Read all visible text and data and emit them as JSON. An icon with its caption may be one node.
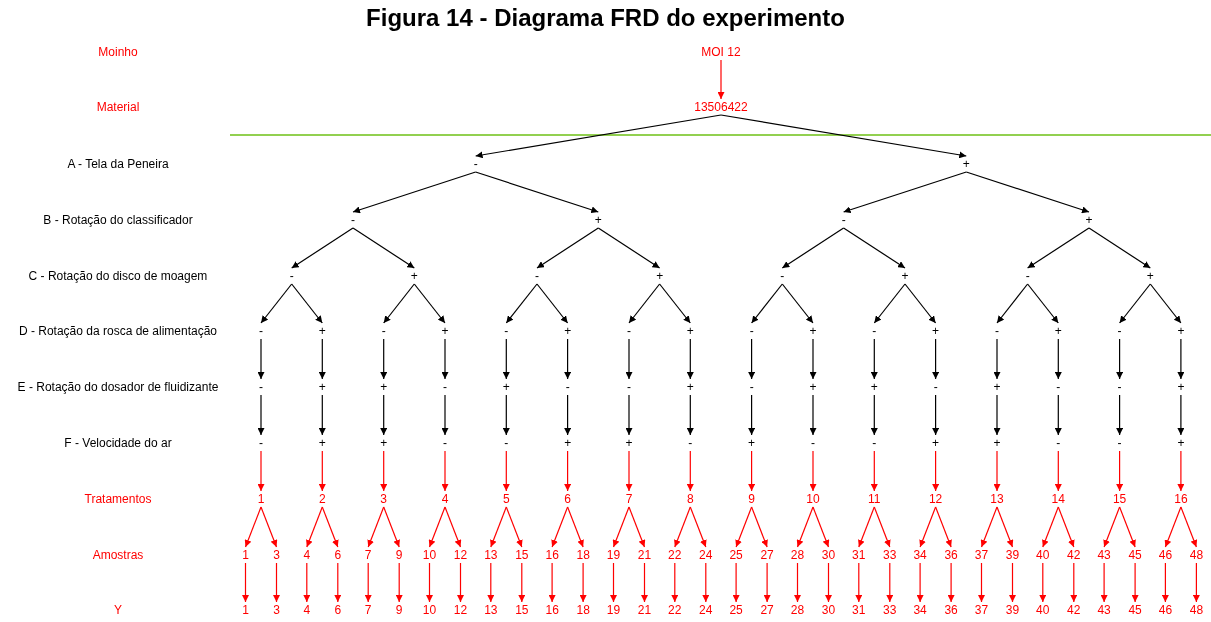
{
  "diagram": {
    "title": "Figura 14 - Diagrama FRD do experimento",
    "nodes": [
      {
        "text": [
          "MOI 12"
        ]
      },
      {
        "text": [
          "13506422"
        ]
      },
      {
        "text": [
          "-"
        ]
      },
      {
        "text": [
          "+"
        ]
      },
      {
        "text": [
          "-"
        ]
      },
      {
        "text": [
          "+"
        ]
      },
      {
        "text": [
          "-"
        ]
      },
      {
        "text": [
          "+"
        ]
      },
      {
        "text": [
          "-"
        ]
      },
      {
        "text": [
          "+"
        ]
      },
      {
        "text": [
          "-"
        ]
      },
      {
        "text": [
          "+"
        ]
      },
      {
        "text": [
          "-"
        ]
      },
      {
        "text": [
          "+"
        ]
      },
      {
        "text": [
          "-"
        ]
      },
      {
        "text": [
          "+"
        ]
      },
      {
        "text": [
          "-"
        ]
      },
      {
        "text": [
          "+"
        ]
      },
      {
        "text": [
          "-"
        ]
      },
      {
        "text": [
          "+"
        ]
      },
      {
        "text": [
          "-"
        ]
      },
      {
        "text": [
          "+"
        ]
      },
      {
        "text": [
          "-"
        ]
      },
      {
        "text": [
          "+"
        ]
      },
      {
        "text": [
          "-"
        ]
      },
      {
        "text": [
          "+"
        ]
      },
      {
        "text": [
          "-"
        ]
      },
      {
        "text": [
          "+"
        ]
      },
      {
        "text": [
          "-"
        ]
      },
      {
        "text": [
          "+"
        ]
      },
      {
        "text": [
          "-"
        ]
      },
      {
        "text": [
          "+"
        ]
      },
      {
        "text": [
          "-"
        ]
      },
      {
        "text": [
          "+"
        ]
      },
      {
        "text": [
          "+"
        ]
      },
      {
        "text": [
          "-"
        ]
      },
      {
        "text": [
          "+"
        ]
      },
      {
        "text": [
          "-"
        ]
      },
      {
        "text": [
          "-"
        ]
      },
      {
        "text": [
          "+"
        ]
      },
      {
        "text": [
          "-"
        ]
      },
      {
        "text": [
          "+"
        ]
      },
      {
        "text": [
          "+"
        ]
      },
      {
        "text": [
          "-"
        ]
      },
      {
        "text": [
          "+"
        ]
      },
      {
        "text": [
          "-"
        ]
      },
      {
        "text": [
          "-"
        ]
      },
      {
        "text": [
          "+"
        ]
      },
      {
        "text": [
          "-"
        ]
      },
      {
        "text": [
          "+"
        ]
      },
      {
        "text": [
          "+"
        ]
      },
      {
        "text": [
          "-"
        ]
      },
      {
        "text": [
          "-"
        ]
      },
      {
        "text": [
          "+"
        ]
      },
      {
        "text": [
          "+"
        ]
      },
      {
        "text": [
          "-"
        ]
      },
      {
        "text": [
          "+"
        ]
      },
      {
        "text": [
          "-"
        ]
      },
      {
        "text": [
          "-"
        ]
      },
      {
        "text": [
          "+"
        ]
      },
      {
        "text": [
          "+"
        ]
      },
      {
        "text": [
          "-"
        ]
      },
      {
        "text": [
          "-"
        ]
      },
      {
        "text": [
          "+"
        ]
      },
      {
        "text": [
          "1"
        ]
      },
      {
        "text": [
          "2"
        ]
      },
      {
        "text": [
          "3"
        ]
      },
      {
        "text": [
          "4"
        ]
      },
      {
        "text": [
          "5"
        ]
      },
      {
        "text": [
          "6"
        ]
      },
      {
        "text": [
          "7"
        ]
      },
      {
        "text": [
          "8"
        ]
      },
      {
        "text": [
          "9"
        ]
      },
      {
        "text": [
          "10"
        ]
      },
      {
        "text": [
          "11"
        ]
      },
      {
        "text": [
          "12"
        ]
      },
      {
        "text": [
          "13"
        ]
      },
      {
        "text": [
          "14"
        ]
      },
      {
        "text": [
          "15"
        ]
      },
      {
        "text": [
          "16"
        ]
      },
      {
        "text": [
          "1"
        ]
      },
      {
        "text": [
          "3"
        ]
      },
      {
        "text": [
          "4"
        ]
      },
      {
        "text": [
          "6"
        ]
      },
      {
        "text": [
          "7"
        ]
      },
      {
        "text": [
          "9"
        ]
      },
      {
        "text": [
          "10"
        ]
      },
      {
        "text": [
          "12"
        ]
      },
      {
        "text": [
          "13"
        ]
      },
      {
        "text": [
          "15"
        ]
      },
      {
        "text": [
          "16"
        ]
      },
      {
        "text": [
          "18"
        ]
      },
      {
        "text": [
          "19"
        ]
      },
      {
        "text": [
          "21"
        ]
      },
      {
        "text": [
          "22"
        ]
      },
      {
        "text": [
          "24"
        ]
      },
      {
        "text": [
          "25"
        ]
      },
      {
        "text": [
          "27"
        ]
      },
      {
        "text": [
          "28"
        ]
      },
      {
        "text": [
          "30"
        ]
      },
      {
        "text": [
          "31"
        ]
      },
      {
        "text": [
          "33"
        ]
      },
      {
        "text": [
          "34"
        ]
      },
      {
        "text": [
          "36"
        ]
      },
      {
        "text": [
          "37"
        ]
      },
      {
        "text": [
          "39"
        ]
      },
      {
        "text": [
          "40"
        ]
      },
      {
        "text": [
          "42"
        ]
      },
      {
        "text": [
          "43"
        ]
      },
      {
        "text": [
          "45"
        ]
      },
      {
        "text": [
          "46"
        ]
      },
      {
        "text": [
          "48"
        ]
      },
      {
        "text": [
          "1"
        ]
      },
      {
        "text": [
          "3"
        ]
      },
      {
        "text": [
          "4"
        ]
      },
      {
        "text": [
          "6"
        ]
      },
      {
        "text": [
          "7"
        ]
      },
      {
        "text": [
          "9"
        ]
      },
      {
        "text": [
          "10"
        ]
      },
      {
        "text": [
          "12"
        ]
      },
      {
        "text": [
          "13"
        ]
      },
      {
        "text": [
          "15"
        ]
      },
      {
        "text": [
          "16"
        ]
      },
      {
        "text": [
          "18"
        ]
      },
      {
        "text": [
          "19"
        ]
      },
      {
        "text": [
          "21"
        ]
      },
      {
        "text": [
          "22"
        ]
      },
      {
        "text": [
          "24"
        ]
      },
      {
        "text": [
          "25"
        ]
      },
      {
        "text": [
          "27"
        ]
      },
      {
        "text": [
          "28"
        ]
      },
      {
        "text": [
          "30"
        ]
      },
      {
        "text": [
          "31"
        ]
      },
      {
        "text": [
          "33"
        ]
      },
      {
        "text": [
          "34"
        ]
      },
      {
        "text": [
          "36"
        ]
      },
      {
        "text": [
          "37"
        ]
      },
      {
        "text": [
          "39"
        ]
      },
      {
        "text": [
          "40"
        ]
      },
      {
        "text": [
          "42"
        ]
      },
      {
        "text": [
          "43"
        ]
      },
      {
        "text": [
          "45"
        ]
      },
      {
        "text": [
          "46"
        ]
      },
      {
        "text": [
          "48"
        ]
      }
    ],
    "edges": [
      {
        "from": 0,
        "to": 1,
        "arrow": "to"
      },
      {
        "from": 1,
        "to": 2,
        "arrow": "to",
        "color": "#000000"
      },
      {
        "from": 1,
        "to": 3,
        "arrow": "to",
        "color": "#000000"
      },
      {
        "from": 2,
        "to": 4,
        "arrow": "to",
        "color": "#000000"
      },
      {
        "from": 2,
        "to": 5,
        "arrow": "to",
        "color": "#000000"
      },
      {
        "from": 3,
        "to": 6,
        "arrow": "to",
        "color": "#000000"
      },
      {
        "from": 3,
        "to": 7,
        "arrow": "to",
        "color": "#000000"
      },
      {
        "from": 4,
        "to": 8,
        "arrow": "to",
        "color": "#000000"
      },
      {
        "from": 4,
        "to": 9,
        "arrow": "to",
        "color": "#000000"
      },
      {
        "from": 5,
        "to": 10,
        "arrow": "to",
        "color": "#000000"
      },
      {
        "from": 5,
        "to": 11,
        "arrow": "to",
        "color": "#000000"
      },
      {
        "from": 6,
        "to": 12,
        "arrow": "to",
        "color": "#000000"
      },
      {
        "from": 6,
        "to": 13,
        "arrow": "to",
        "color": "#000000"
      },
      {
        "from": 7,
        "to": 14,
        "arrow": "to",
        "color": "#000000"
      },
      {
        "from": 7,
        "to": 15,
        "arrow": "to",
        "color": "#000000"
      },
      {
        "from": 8,
        "to": 16,
        "arrow": "to",
        "color": "#000000"
      },
      {
        "from": 8,
        "to": 17,
        "arrow": "to",
        "color": "#000000"
      },
      {
        "from": 9,
        "to": 18,
        "arrow": "to",
        "color": "#000000"
      },
      {
        "from": 9,
        "to": 19,
        "arrow": "to",
        "color": "#000000"
      },
      {
        "from": 10,
        "to": 20,
        "arrow": "to",
        "color": "#000000"
      },
      {
        "from": 10,
        "to": 21,
        "arrow": "to",
        "color": "#000000"
      },
      {
        "from": 11,
        "to": 22,
        "arrow": "to",
        "color": "#000000"
      },
      {
        "from": 11,
        "to": 23,
        "arrow": "to",
        "color": "#000000"
      },
      {
        "from": 12,
        "to": 24,
        "arrow": "to",
        "color": "#000000"
      },
      {
        "from": 12,
        "to": 25,
        "arrow": "to",
        "color": "#000000"
      },
      {
        "from": 13,
        "to": 26,
        "arrow": "to",
        "color": "#000000"
      },
      {
        "from": 13,
        "to": 27,
        "arrow": "to",
        "color": "#000000"
      },
      {
        "from": 14,
        "to": 28,
        "arrow": "to",
        "color": "#000000"
      },
      {
        "from": 14,
        "to": 29,
        "arrow": "to",
        "color": "#000000"
      },
      {
        "from": 15,
        "to": 30,
        "arrow": "to",
        "color": "#000000"
      },
      {
        "from": 15,
        "to": 31,
        "arrow": "to",
        "color": "#000000"
      },
      {
        "from": 16,
        "to": 32,
        "arrow": "to",
        "color": "#000000"
      },
      {
        "from": 17,
        "to": 33,
        "arrow": "to",
        "color": "#000000"
      },
      {
        "from": 18,
        "to": 34,
        "arrow": "to",
        "color": "#000000"
      },
      {
        "from": 19,
        "to": 35,
        "arrow": "to",
        "color": "#000000"
      },
      {
        "from": 20,
        "to": 36,
        "arrow": "to",
        "color": "#000000"
      },
      {
        "from": 21,
        "to": 37,
        "arrow": "to",
        "color": "#000000"
      },
      {
        "from": 22,
        "to": 38,
        "arrow": "to",
        "color": "#000000"
      },
      {
        "from": 23,
        "to": 39,
        "arrow": "to",
        "color": "#000000"
      },
      {
        "from": 24,
        "to": 40,
        "arrow": "to",
        "color": "#000000"
      },
      {
        "from": 25,
        "to": 41,
        "arrow": "to",
        "color": "#000000"
      },
      {
        "from": 26,
        "to": 42,
        "arrow": "to",
        "color": "#000000"
      },
      {
        "from": 27,
        "to": 43,
        "arrow": "to",
        "color": "#000000"
      },
      {
        "from": 28,
        "to": 44,
        "arrow": "to",
        "color": "#000000"
      },
      {
        "from": 29,
        "to": 45,
        "arrow": "to",
        "color": "#000000"
      },
      {
        "from": 30,
        "to": 46,
        "arrow": "to",
        "color": "#000000"
      },
      {
        "from": 31,
        "to": 47,
        "arrow": "to",
        "color": "#000000"
      },
      {
        "from": 32,
        "to": 48,
        "arrow": "to",
        "color": "#000000"
      },
      {
        "from": 33,
        "to": 49,
        "arrow": "to",
        "color": "#000000"
      },
      {
        "from": 34,
        "to": 50,
        "arrow": "to",
        "color": "#000000"
      },
      {
        "from": 35,
        "to": 51,
        "arrow": "to",
        "color": "#000000"
      },
      {
        "from": 36,
        "to": 52,
        "arrow": "to",
        "color": "#000000"
      },
      {
        "from": 37,
        "to": 53,
        "arrow": "to",
        "color": "#000000"
      },
      {
        "from": 38,
        "to": 54,
        "arrow": "to",
        "color": "#000000"
      },
      {
        "from": 39,
        "to": 55,
        "arrow": "to",
        "color": "#000000"
      },
      {
        "from": 40,
        "to": 56,
        "arrow": "to",
        "color": "#000000"
      },
      {
        "from": 41,
        "to": 57,
        "arrow": "to",
        "color": "#000000"
      },
      {
        "from": 42,
        "to": 58,
        "arrow": "to",
        "color": "#000000"
      },
      {
        "from": 43,
        "to": 59,
        "arrow": "to",
        "color": "#000000"
      },
      {
        "from": 44,
        "to": 60,
        "arrow": "to",
        "color": "#000000"
      },
      {
        "from": 45,
        "to": 61,
        "arrow": "to",
        "color": "#000000"
      },
      {
        "from": 46,
        "to": 62,
        "arrow": "to",
        "color": "#000000"
      },
      {
        "from": 47,
        "to": 63,
        "arrow": "to",
        "color": "#000000"
      },
      {
        "from": 48,
        "to": 64,
        "arrow": "to"
      },
      {
        "from": 49,
        "to": 65,
        "arrow": "to"
      },
      {
        "from": 50,
        "to": 66,
        "arrow": "to"
      },
      {
        "from": 51,
        "to": 67,
        "arrow": "to"
      },
      {
        "from": 52,
        "to": 68,
        "arrow": "to"
      },
      {
        "from": 53,
        "to": 69,
        "arrow": "to"
      },
      {
        "from": 54,
        "to": 70,
        "arrow": "to"
      },
      {
        "from": 55,
        "to": 71,
        "arrow": "to"
      },
      {
        "from": 56,
        "to": 72,
        "arrow": "to"
      },
      {
        "from": 57,
        "to": 73,
        "arrow": "to"
      },
      {
        "from": 58,
        "to": 74,
        "arrow": "to"
      },
      {
        "from": 59,
        "to": 75,
        "arrow": "to"
      },
      {
        "from": 60,
        "to": 76,
        "arrow": "to"
      },
      {
        "from": 61,
        "to": 77,
        "arrow": "to"
      },
      {
        "from": 62,
        "to": 78,
        "arrow": "to"
      },
      {
        "from": 63,
        "to": 79,
        "arrow": "to"
      },
      {
        "from": 64,
        "to": 80,
        "arrow": "to"
      },
      {
        "from": 64,
        "to": 81,
        "arrow": "to"
      },
      {
        "from": 65,
        "to": 82,
        "arrow": "to"
      },
      {
        "from": 65,
        "to": 83,
        "arrow": "to"
      },
      {
        "from": 66,
        "to": 84,
        "arrow": "to"
      },
      {
        "from": 66,
        "to": 85,
        "arrow": "to"
      },
      {
        "from": 67,
        "to": 86,
        "arrow": "to"
      },
      {
        "from": 67,
        "to": 87,
        "arrow": "to"
      },
      {
        "from": 68,
        "to": 88,
        "arrow": "to"
      },
      {
        "from": 68,
        "to": 89,
        "arrow": "to"
      },
      {
        "from": 69,
        "to": 90,
        "arrow": "to"
      },
      {
        "from": 69,
        "to": 91,
        "arrow": "to"
      },
      {
        "from": 70,
        "to": 92,
        "arrow": "to"
      },
      {
        "from": 70,
        "to": 93,
        "arrow": "to"
      },
      {
        "from": 71,
        "to": 94,
        "arrow": "to"
      },
      {
        "from": 71,
        "to": 95,
        "arrow": "to"
      },
      {
        "from": 72,
        "to": 96,
        "arrow": "to"
      },
      {
        "from": 72,
        "to": 97,
        "arrow": "to"
      },
      {
        "from": 73,
        "to": 98,
        "arrow": "to"
      },
      {
        "from": 73,
        "to": 99,
        "arrow": "to"
      },
      {
        "from": 74,
        "to": 100,
        "arrow": "to"
      },
      {
        "from": 74,
        "to": 101,
        "arrow": "to"
      },
      {
        "from": 75,
        "to": 102,
        "arrow": "to"
      },
      {
        "from": 75,
        "to": 103,
        "arrow": "to"
      },
      {
        "from": 76,
        "to": 104,
        "arrow": "to"
      },
      {
        "from": 76,
        "to": 105,
        "arrow": "to"
      },
      {
        "from": 77,
        "to": 106,
        "arrow": "to"
      },
      {
        "from": 77,
        "to": 107,
        "arrow": "to"
      },
      {
        "from": 78,
        "to": 108,
        "arrow": "to"
      },
      {
        "from": 78,
        "to": 109,
        "arrow": "to"
      },
      {
        "from": 79,
        "to": 110,
        "arrow": "to"
      },
      {
        "from": 79,
        "to": 111,
        "arrow": "to"
      },
      {
        "from": 80,
        "to": 112,
        "arrow": "to"
      },
      {
        "from": 81,
        "to": 113,
        "arrow": "to"
      },
      {
        "from": 82,
        "to": 114,
        "arrow": "to"
      },
      {
        "from": 83,
        "to": 115,
        "arrow": "to"
      },
      {
        "from": 84,
        "to": 116,
        "arrow": "to"
      },
      {
        "from": 85,
        "to": 117,
        "arrow": "to"
      },
      {
        "from": 86,
        "to": 118,
        "arrow": "to"
      },
      {
        "from": 87,
        "to": 119,
        "arrow": "to"
      },
      {
        "from": 88,
        "to": 120,
        "arrow": "to"
      },
      {
        "from": 89,
        "to": 121,
        "arrow": "to"
      },
      {
        "from": 90,
        "to": 122,
        "arrow": "to"
      },
      {
        "from": 91,
        "to": 123,
        "arrow": "to"
      },
      {
        "from": 92,
        "to": 124,
        "arrow": "to"
      },
      {
        "from": 93,
        "to": 125,
        "arrow": "to"
      },
      {
        "from": 94,
        "to": 126,
        "arrow": "to"
      },
      {
        "from": 95,
        "to": 127,
        "arrow": "to"
      },
      {
        "from": 96,
        "to": 128,
        "arrow": "to"
      },
      {
        "from": 97,
        "to": 129,
        "arrow": "to"
      },
      {
        "from": 98,
        "to": 130,
        "arrow": "to"
      },
      {
        "from": 99,
        "to": 131,
        "arrow": "to"
      },
      {
        "from": 100,
        "to": 132,
        "arrow": "to"
      },
      {
        "from": 101,
        "to": 133,
        "arrow": "to"
      },
      {
        "from": 102,
        "to": 134,
        "arrow": "to"
      },
      {
        "from": 103,
        "to": 135,
        "arrow": "to"
      },
      {
        "from": 104,
        "to": 136,
        "arrow": "to"
      },
      {
        "from": 105,
        "to": 137,
        "arrow": "to"
      },
      {
        "from": 106,
        "to": 138,
        "arrow": "to"
      },
      {
        "from": 107,
        "to": 139,
        "arrow": "to"
      },
      {
        "from": 108,
        "to": 140,
        "arrow": "to"
      },
      {
        "from": 109,
        "to": 141,
        "arrow": "to"
      },
      {
        "from": 110,
        "to": 142,
        "arrow": "to"
      },
      {
        "from": 111,
        "to": 143,
        "arrow": "to"
      }
    ],
    "labels": [
      "Moinho",
      "Material",
      "A - Tela da Peneira",
      "B - Rotação do classificador",
      "C - Rotação do disco de moagem",
      "D - Rotação da rosca de alimentação",
      "E - Rotação do dosador de fluidizante",
      "F - Velocidade do ar",
      "Tratamentos",
      "Amostras",
      "Y"
    ]
  }
}
